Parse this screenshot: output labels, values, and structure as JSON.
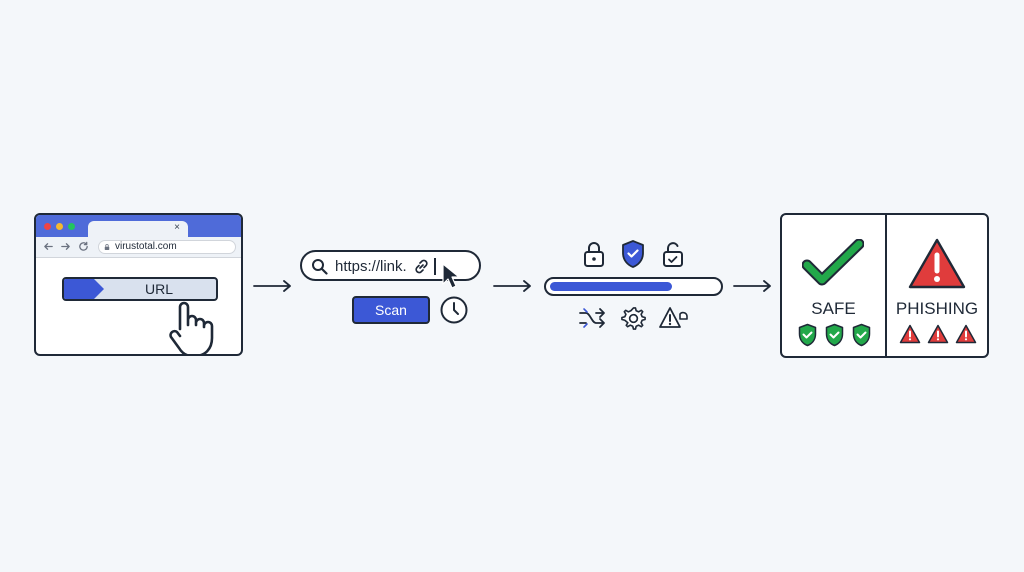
{
  "browser": {
    "tab_close": "×",
    "address": "virustotal.com",
    "url_button_label": "URL"
  },
  "search": {
    "text": "https://link."
  },
  "scan_button": {
    "label": "Scan"
  },
  "progress": {
    "value": 0.73
  },
  "result": {
    "safe_label": "SAFE",
    "phishing_label": "PHISHING"
  },
  "colors": {
    "accent": "#3c58d6",
    "safe": "#22a84a",
    "danger": "#e03c3c",
    "ink": "#1f2937"
  },
  "icons": {
    "steps": [
      "lock-icon",
      "shield-check-icon",
      "unlocked-lock-icon",
      "shuffle-icon",
      "gear-icon",
      "warning-icon"
    ],
    "result": [
      "check-icon",
      "alert-triangle-icon",
      "shield-check-icon",
      "warning-icon"
    ]
  }
}
